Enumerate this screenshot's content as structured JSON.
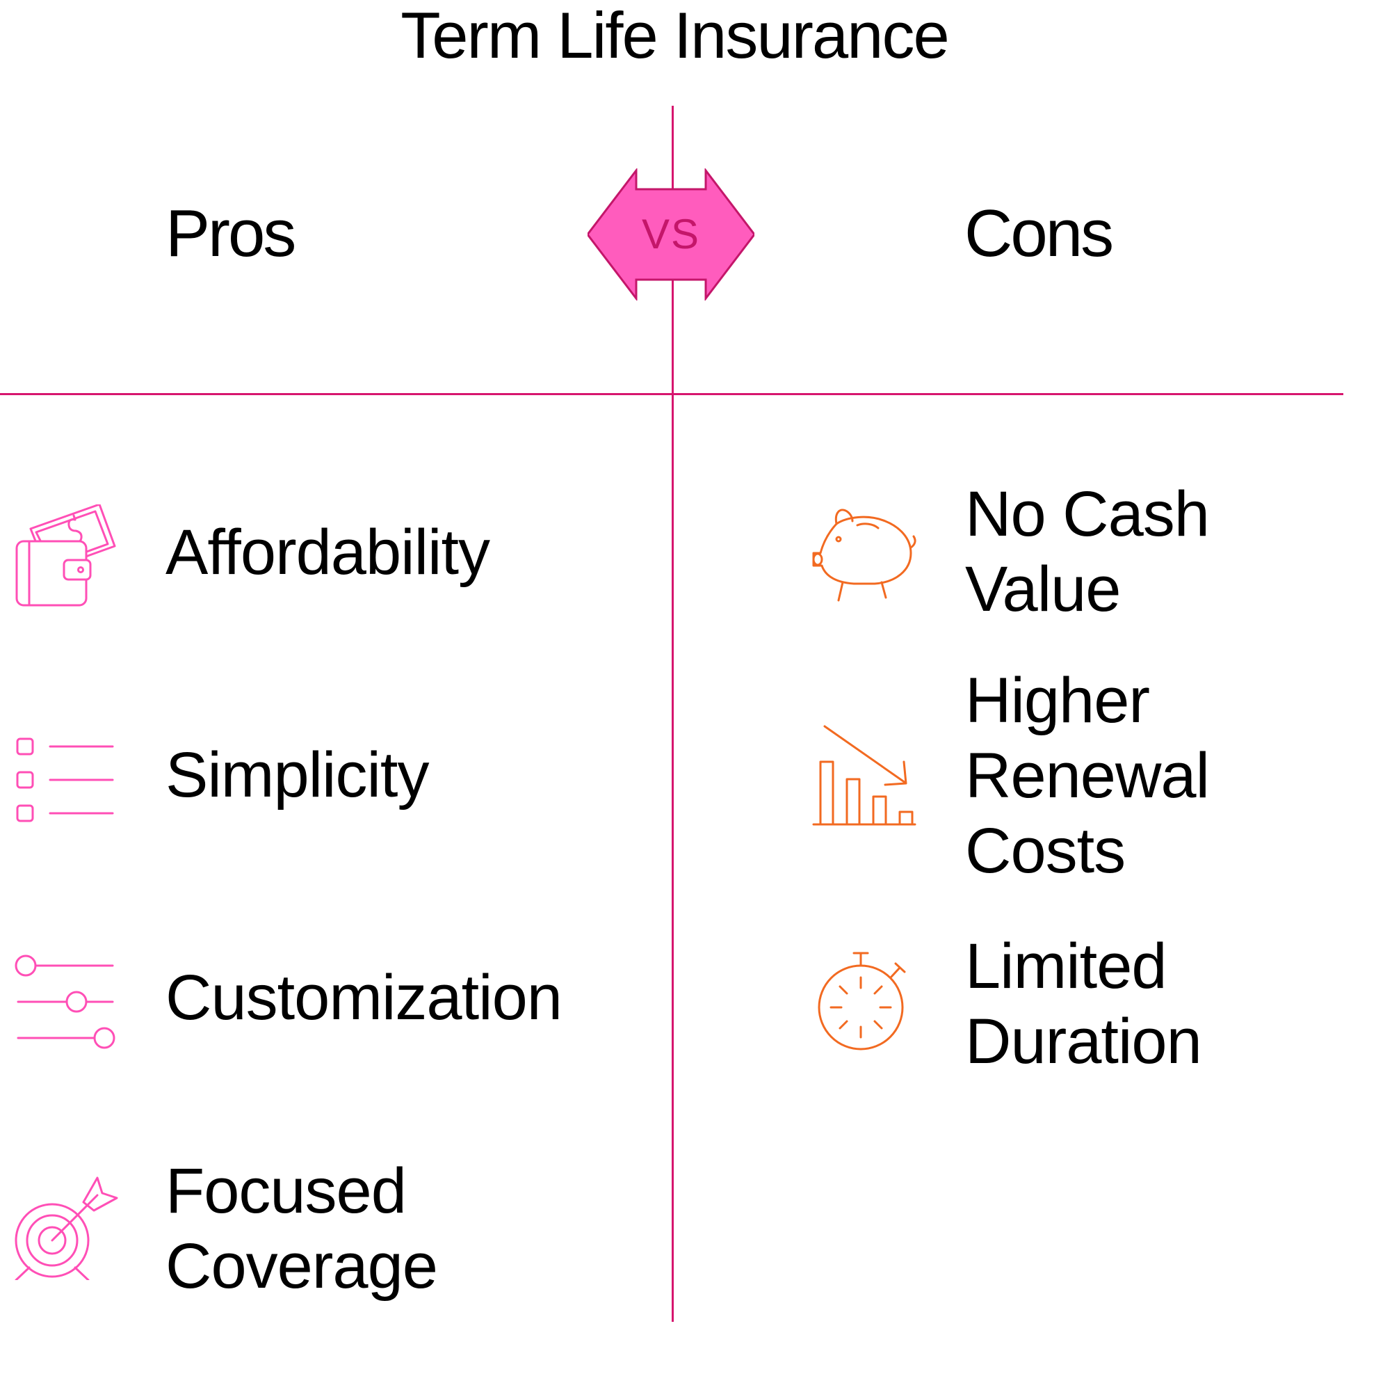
{
  "title": "Term Life Insurance",
  "pros": {
    "heading": "Pros",
    "items": [
      {
        "label": "Affordability",
        "icon": "wallet-money-icon"
      },
      {
        "label": "Simplicity",
        "icon": "checklist-icon"
      },
      {
        "label": "Customization",
        "icon": "sliders-icon"
      },
      {
        "label": "Focused\nCoverage",
        "icon": "target-dart-icon"
      }
    ]
  },
  "cons": {
    "heading": "Cons",
    "items": [
      {
        "label": "No Cash\nValue",
        "icon": "piggy-bank-icon"
      },
      {
        "label": "Higher\nRenewal\nCosts",
        "icon": "declining-chart-icon"
      },
      {
        "label": "Limited\nDuration",
        "icon": "stopwatch-icon"
      }
    ]
  },
  "vs_label": "VS",
  "colors": {
    "pros_accent": "#ff4fb6",
    "cons_accent": "#f26a21",
    "divider": "#d6166e",
    "vs_fill": "#ff5cbd",
    "vs_stroke": "#c4166a"
  }
}
